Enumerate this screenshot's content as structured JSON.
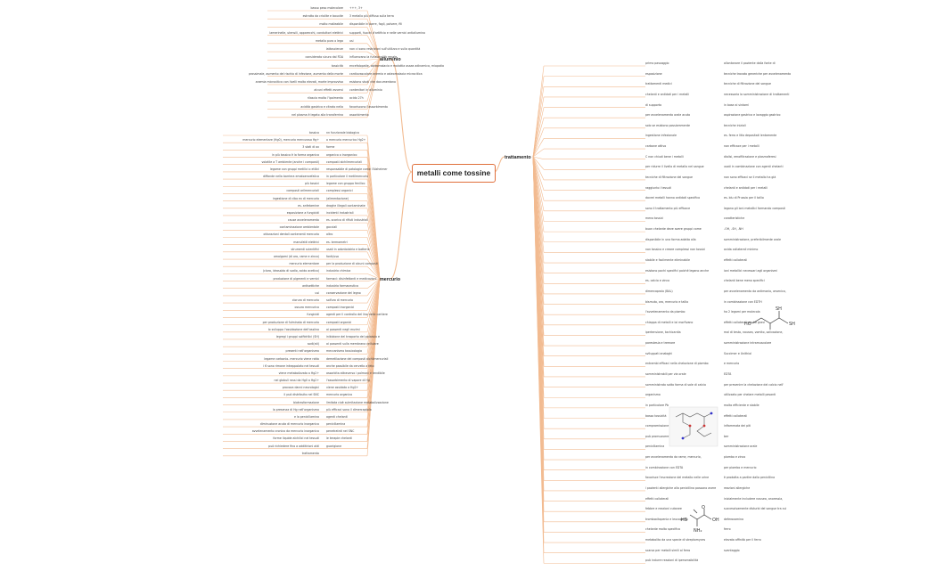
{
  "root": "metalli come tossine",
  "branches": {
    "alluminio": "alluminio",
    "mercurio": "mercurio",
    "trattamento": "trattamento"
  },
  "colors": {
    "wire": "#f2bb91",
    "root_border": "#e0703c",
    "text": "#444444"
  },
  "alluminio": [
    "basso peso molecolare",
    "+++, 3+",
    "estratto da criolite e bauxite",
    "3 metallo più diffuso sulla terra",
    "molto malleabile",
    "disponibile in barre, fogli, polvere, fili",
    "lamerinelle, utensili, apparecchi, conduttori elettrici",
    "supporti, fuochi d'artificio e nelle vernici antiallumino",
    "metallo puro o lega",
    "usi",
    "lattoscienze",
    "non ci sono restrizioni sull'utilizzo e sulla quantità",
    "considerato sicuro dal FDA",
    "influenzano la funzionalità renale",
    "tossicità",
    "encefalopatie, osteomalacia e malattia ossea adinamica, miopatia",
    "prossimale, aumento del rischio di infezione, aumento della morte",
    "cardiovascolare anemia e osteomalacia microcitica",
    "anemia microcitica con livelli molto elevati, morte improvvisa",
    "esistono studi che documentano",
    "alcuni effetti avversi",
    "contenitori in alluminio",
    "rilascio molto l'ipalmento",
    "acido 27h",
    "acidità gastrica e citrato nella",
    "favoriscono l'assorbimento",
    "nel plasma è legato alla transferrina",
    "assorbimento"
  ],
  "mercurio": [
    "tossico",
    "nn funzionale biologica",
    "mercurio elementare (Hg0), mercurio mercuroso Hg+",
    "o mercurio mercurico Hg2+",
    "3 stati di ox",
    "forme",
    "in più tossico è la forma organica",
    "organico o inorganico",
    "volatile a T ambiente (anche i composti)",
    "composti alchilmercuriali",
    "legame con gruppi metilici o etilici",
    "responsabile di patologie come l'Alzheimer",
    "diffonde nella barriera ematoencefalica",
    "in particolare il metilmercurio",
    "più tossici",
    "legame con gruppo fenilico",
    "composti arilmercuriali",
    "complessi organici",
    "ingestione di cibo ex di mercurio",
    "(alimentazione)",
    "es. anfetamine",
    "droghe illegali contaminate",
    "esposizione a fungicidi",
    "incidenti industriali",
    "cause avvelenamento",
    "es. scarico di rifiuti industriali",
    "contaminazione ambientale",
    "gocciali",
    "otturazioni dentali contenenti mercurio",
    "altro",
    "manufatti elettrici",
    "es. termometri",
    "strumenti scientifici",
    "usati in odontoiatria e batterie",
    "amalgami (di oro, rame e zinco)",
    "fonti/uso",
    "mercurio elementare",
    "per la produzione di alcuni composti",
    "(cloro, idrossido di sodio, acido acetico)",
    "industria chimica",
    "produzione di pigmenti e vernici",
    "farmaci: disinfettanti e medicazioni",
    "antisettiche",
    "industria farmaceutica",
    "usi",
    "conservazione del legno",
    "cloruro di mercurio",
    "solfuro di mercurio",
    "ossuro mercurico",
    "composti inorganici",
    "fungicidi",
    "agenti per il controllo del lino nelle cartiere",
    "per produzione di fulminato di mercurio",
    "composti organici",
    "lo sviluppo l'ossidazione dell'ossiino",
    "ai possenti negli enzimi",
    "legregi i gruppi solfidrilici (SH)",
    "inibizione del trasporto del potassio e",
    "sodi(ati)",
    "ai possenti sulla membrana cellulare",
    "presenti nell'organismo",
    "meccanismo tossicologia",
    "legame carbonio- mercurio viene rotto",
    "demetilazione dei composti alchilmercuriali",
    "i 6 sono rimane intrappolato nei tessuti",
    "anche passibile da cervello a feto",
    "viene metabolizzato a Hg2+",
    "assorbita attraverso i polmoni e tendibile",
    "nei globuli rossi da Hg0 a Hg2+",
    "l'assorbimento di vapore di Hg",
    "provoca danni neurologici",
    "viene ossidato a Hg2+",
    "il può distribuito nel SNC",
    "mercurio organico",
    "biotrasformazione",
    "limitata cioè sulmitazione metabolizzazione",
    "la presenza di Hg nell'organismo",
    "più efficaci sono il dimercaptolo",
    "e la penicillamina",
    "agenti chelanti",
    "diminuzione acuta di mercurio inorganico",
    "penicillamina",
    "avvelenamento cronico da mercurio inorganico",
    "penetratnti nel SNC",
    "forme liquide alchilici nei tessuti",
    "le terapie chelanti",
    "può richiedere fino a additirioni aldi",
    "guarigione",
    "trattamento"
  ],
  "trattamento": [
    "primo passaggio",
    "allontanare il paziente dalla fonte di",
    "esposizione",
    "tecniche trovato generiche per avvelenamento",
    "trattamenti medici",
    "tecniche di filtrazione del sangue",
    "chelanti e antidoti per i metalli",
    "necessaria la somministrazione di trattamenti",
    "di supporto",
    "in base ai sintomi",
    "per avvelenamento orale acuto",
    "aspirazione gastrica e lavaggio gastrico",
    "solo se esistono possiammente",
    "tecniche iniziali",
    "ingestione infezionale",
    "es. ferro e litio depositati lentamente",
    "carbone attivo",
    "non efficace per i metalli",
    "C non chiudi bene i metalli",
    "dialisi, emofiltrazione e plasmaferesi",
    "per ridurre il livello di metallo nel sangue",
    "usati in combinazione con agenti chelanti",
    "tecniche di filtrazione del sangue",
    "non sono efficaci se il metallo ha già",
    "raggiunto i tessuti",
    "chelanti e antidoti per i metalli",
    "dovrei metalli hanno antidoti specifico",
    "es. blu di Prussia per il tallio",
    "sono il trattamento più efficace",
    "legano gli ioni metallici formando composti",
    "meno tossici",
    "caratteristiche",
    "buon chelante deve avere gruppi come",
    "-OH, -SH, -NH",
    "disponibile in una forma adatta alla",
    "somministrazione, preferibilmente orale",
    "non tossico e creare complessi non tossici",
    "avida collaterali minimo",
    "stabile e facilmente eliminabile",
    "effetti collaterali",
    "esistono pochi specifici poiché legano anche",
    "ioni metallici necessari agli organismi",
    "es. calcio e zinco",
    "chelanti bene meno specifici",
    "dimercaprolo (BAL)",
    "per avvelenamento da antimonio, arsenico,",
    "bismuto, oro, mercurio e tallio",
    "in combinazione con EDTH",
    "l'avvelenamento da piombo",
    "ha 2 legami per molecola",
    "chiappa di metalli e ioi morfivano",
    "effetti collaterali anche gravi",
    "ipertensione, tachicardia",
    "mal di testa, nausea, vomito, salivazione,",
    "parestesia e tremore",
    "somministrazione intramuscolare",
    "sviluppati analoghi",
    "Succimer e Unithiol",
    "entrambi efficaci nella chelazione di piombo",
    "e mercurio",
    "somministrabili per via orale",
    "EDTA",
    "somministrato sotto forma di sale di calcio",
    "per prevenire la chelazione del calcio nell'",
    "organismo",
    "utilizzato per chelare metalli pesanti",
    "in particolare Pb",
    "molto efficiente e stabile",
    "basso tossicità",
    "effetti collaterali",
    "compromissione della funzionalità renale",
    "infiammata dei piti",
    "può promuovere e perdere la capacità legante",
    "ber",
    "penicillamina",
    "somministrazione orale",
    "per avvelenamento da rame, mercurio,",
    "piombo e zinco",
    "in combinazione con EDTA",
    "per piombo e mercurio",
    "favorisce l'escrezione del metallo nelle urine",
    "è prodotta a partire dalla penicillina",
    "i pazienti allergiche alla penicillina possono avere",
    "reazioni allergiche",
    "effetti collaterali",
    "inizialmente includere nausea, anoressia,",
    "febbre e reazioni cutanee",
    "successivamente disturbi del sangue tra cui",
    "trombocitopenia e leucopenia",
    "deferoxamina",
    "chelante molto specifica",
    "ferro",
    "metabolito da una specie di streptomyces",
    "elevata affinità per il ferro",
    "scarsa per metalli simili al ferro",
    "svantaggio",
    "può indurre reazioni di ipersensibilità"
  ]
}
